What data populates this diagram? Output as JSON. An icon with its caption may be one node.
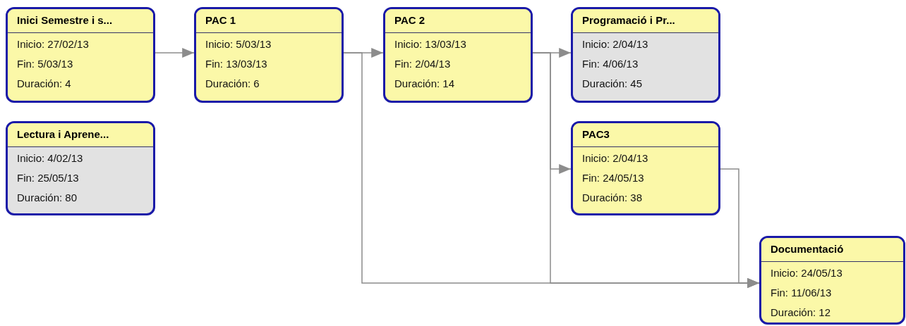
{
  "diagram": {
    "nodes": [
      {
        "text": [
          "Inici Semestre i s...",
          "Inicio: 27/02/13",
          "Fin: 5/03/13",
          "Duración: 4"
        ]
      },
      {
        "text": [
          "PAC 1",
          "Inicio: 5/03/13",
          "Fin: 13/03/13",
          "Duración: 6"
        ]
      },
      {
        "text": [
          "PAC 2",
          "Inicio: 13/03/13",
          "Fin: 2/04/13",
          "Duración: 14"
        ]
      },
      {
        "text": [
          "Programació i Pr...",
          "Inicio: 2/04/13",
          "Fin: 4/06/13",
          "Duración: 45"
        ]
      },
      {
        "text": [
          "Lectura i Aprene...",
          "Inicio: 4/02/13",
          "Fin: 25/05/13",
          "Duración: 80"
        ]
      },
      {
        "text": [
          "PAC3",
          "Inicio: 2/04/13",
          "Fin: 24/05/13",
          "Duración: 38"
        ]
      },
      {
        "text": [
          "Documentació",
          "Inicio: 24/05/13",
          "Fin: 11/06/13",
          "Duración: 12"
        ]
      }
    ],
    "edges": [
      {
        "from": 0,
        "to": 1,
        "arrow": "to"
      },
      {
        "from": 1,
        "to": 2,
        "arrow": "to"
      },
      {
        "from": 1,
        "to": 6,
        "arrow": "to"
      },
      {
        "from": 2,
        "to": 3,
        "arrow": "to"
      },
      {
        "from": 2,
        "to": 5,
        "arrow": "to"
      },
      {
        "from": 2,
        "to": 6,
        "arrow": "to"
      },
      {
        "from": 5,
        "to": 6,
        "arrow": "to"
      }
    ]
  }
}
